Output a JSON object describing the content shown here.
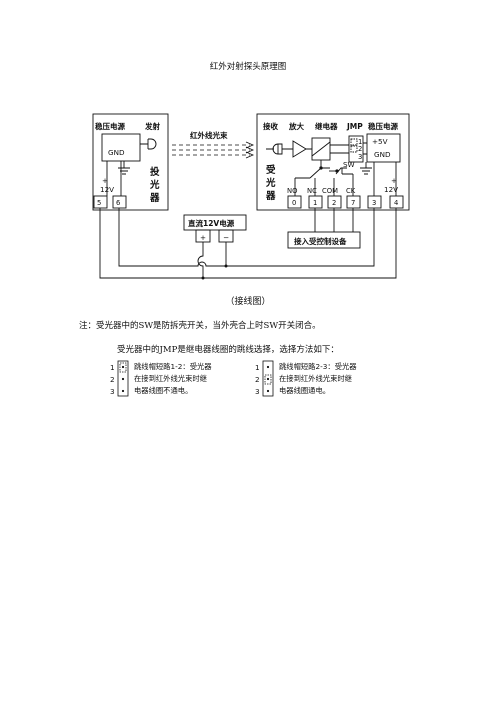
{
  "title": "红外对射探头原理图",
  "caption": "（接线图）",
  "notes": {
    "line1": "注：受光器中的SW是防拆壳开关，当外壳合上时SW开关闭合。",
    "line2": "受光器中的JMP是继电器线圈的跳线选择，选择方法如下："
  },
  "transmitter": {
    "power_label": "稳压电源",
    "emit_label": "发射",
    "gnd": "GND",
    "plus": "+",
    "voltage": "12V",
    "name_chars": [
      "投",
      "光",
      "器"
    ],
    "pins": [
      "5",
      "6"
    ]
  },
  "beam_label": "红外线光束",
  "receiver": {
    "headers": [
      "接收",
      "放大",
      "继电器",
      "JMP",
      "稳压电源"
    ],
    "plus5v": "+5V",
    "gnd": "GND",
    "jmp_pins": [
      "1",
      "2",
      "3"
    ],
    "sw": "SW",
    "name_chars": [
      "受",
      "光",
      "器"
    ],
    "contact_labels": [
      "NO",
      "NC",
      "COM",
      "CK"
    ],
    "plus": "+",
    "voltage": "12V",
    "pins": [
      "0",
      "1",
      "2",
      "7",
      "3",
      "4"
    ]
  },
  "dc_supply": {
    "label": "直流12V电源",
    "plus": "+",
    "minus": "−"
  },
  "controlled_device": "接入受控制设备",
  "jumper_options": [
    {
      "pin_labels": [
        "1",
        "2",
        "3"
      ],
      "lines": [
        "跳线帽短路1-2：受光器",
        "在接到红外线光束时继",
        "电器线圈不通电。"
      ]
    },
    {
      "pin_labels": [
        "1",
        "2",
        "3"
      ],
      "lines": [
        "跳线帽短路2-3：受光器",
        "在接到红外线光束时继",
        "电器线圈通电。"
      ]
    }
  ]
}
